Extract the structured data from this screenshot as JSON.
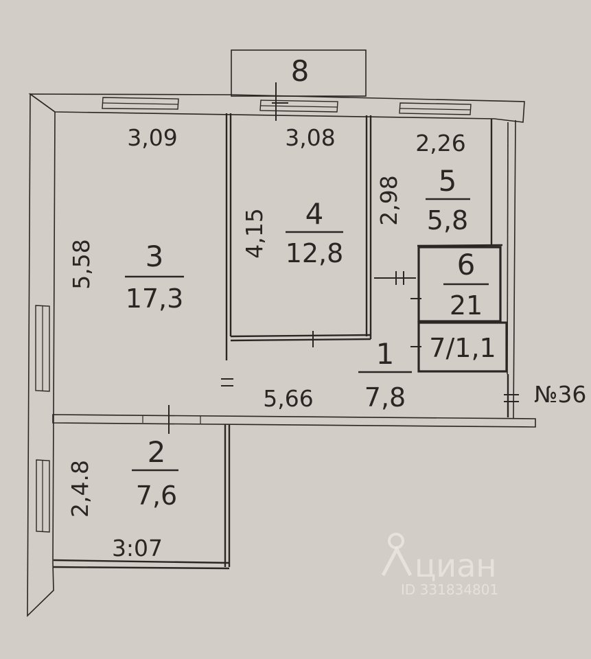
{
  "rooms": {
    "r1": {
      "number": "1",
      "area": "7,8"
    },
    "r2": {
      "number": "2",
      "area": "7,6"
    },
    "r3": {
      "number": "3",
      "area": "17,3"
    },
    "r4": {
      "number": "4",
      "area": "12,8"
    },
    "r5": {
      "number": "5",
      "area": "5,8"
    },
    "r6": {
      "number": "6",
      "area": "21"
    },
    "r7": {
      "label": "7/1,1"
    },
    "r8": {
      "number": "8"
    }
  },
  "dimensions": {
    "r3_width": "3,09",
    "r3_height": "5,58",
    "r4_width": "3,08",
    "r4_height": "4,15",
    "r5_width": "2,26",
    "r5_height": "2,98",
    "r1_length": "5,66",
    "r2_width": "3:07",
    "r2_height": "2,4.8"
  },
  "apartment_no": "№36",
  "watermark": {
    "brand": "циан",
    "id": "ID 331834801"
  },
  "colors": {
    "paper": "#d2cdc6",
    "ink": "#2b2624"
  }
}
